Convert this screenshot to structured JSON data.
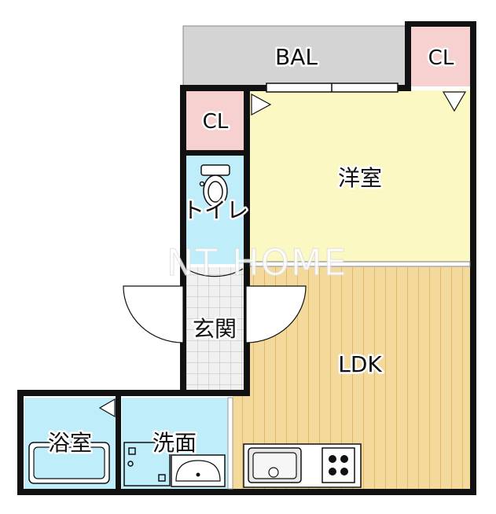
{
  "rooms": {
    "balcony": "BAL",
    "closet_top_right": "CL",
    "closet_left": "CL",
    "western_room": "洋室",
    "toilet": "トイレ",
    "entrance": "玄関",
    "ldk": "LDK",
    "bathroom": "浴室",
    "washroom": "洗面"
  },
  "watermark": "NT HOME",
  "colors": {
    "balcony": "#d4d4d4",
    "closet": "#f7d0d0",
    "western_room": "#fbf8c4",
    "toilet": "#bfeefa",
    "bathroom": "#bfeefa",
    "washroom": "#bfeefa",
    "ldk_floor": "#f3d99c",
    "ldk_floor_lines": "#e0b96a",
    "entrance_tile": "#eeeeee",
    "wall": "#111111"
  }
}
